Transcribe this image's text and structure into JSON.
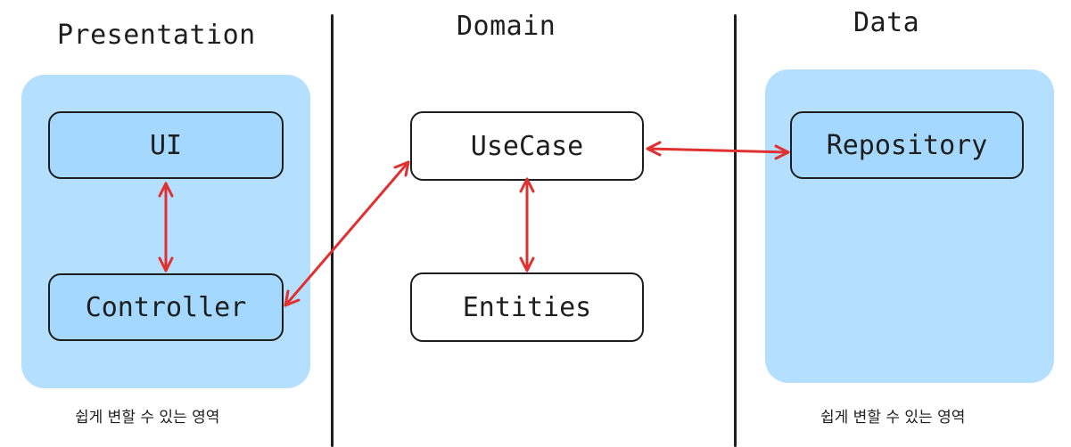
{
  "layers": {
    "presentation": {
      "title": "Presentation",
      "caption": "쉽게 변할 수 있는 영역"
    },
    "domain": {
      "title": "Domain"
    },
    "data": {
      "title": "Data",
      "caption": "쉽게 변할 수 있는 영역"
    }
  },
  "nodes": {
    "ui": "UI",
    "controller": "Controller",
    "usecase": "UseCase",
    "entities": "Entities",
    "repository": "Repository"
  },
  "colors": {
    "zone_fill": "#a5d8ff",
    "arrow": "#e03131",
    "stroke": "#1e1e1e"
  }
}
